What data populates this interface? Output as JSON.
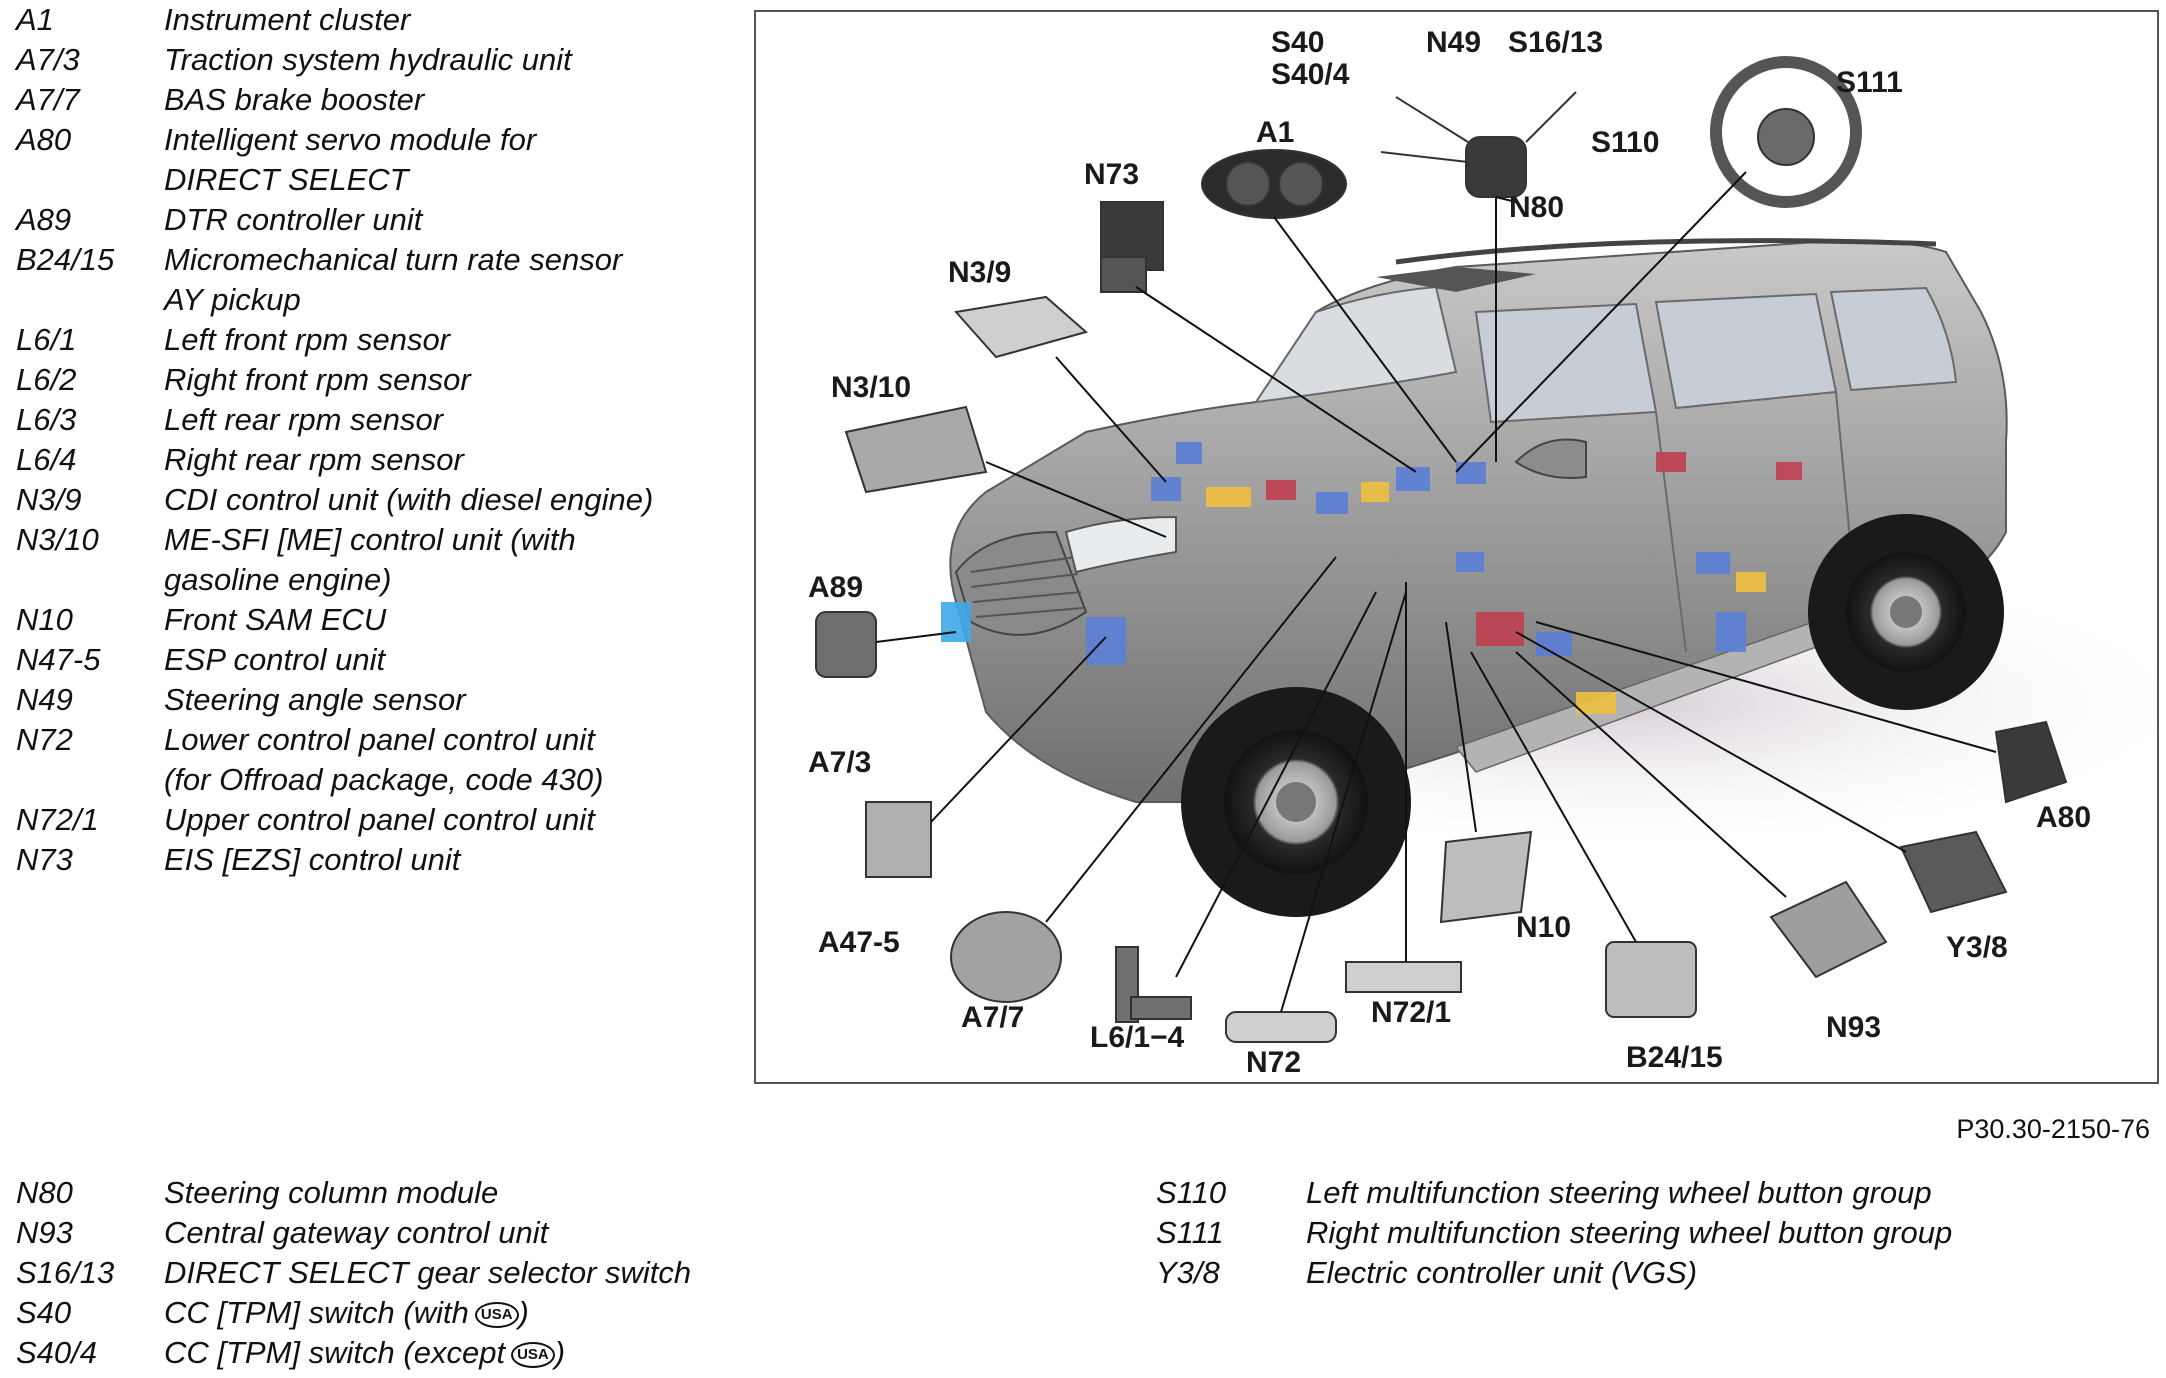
{
  "legend_top": [
    {
      "code": "A1",
      "desc": [
        "Instrument cluster"
      ]
    },
    {
      "code": "A7/3",
      "desc": [
        "Traction system hydraulic unit"
      ]
    },
    {
      "code": "A7/7",
      "desc": [
        "BAS brake booster"
      ]
    },
    {
      "code": "A80",
      "desc": [
        "Intelligent servo module for",
        "DIRECT SELECT"
      ]
    },
    {
      "code": "A89",
      "desc": [
        "DTR controller unit"
      ]
    },
    {
      "code": "B24/15",
      "desc": [
        "Micromechanical turn rate sensor",
        "AY pickup"
      ]
    },
    {
      "code": "L6/1",
      "desc": [
        "Left front rpm sensor"
      ]
    },
    {
      "code": "L6/2",
      "desc": [
        "Right front rpm sensor"
      ]
    },
    {
      "code": "L6/3",
      "desc": [
        "Left rear rpm sensor"
      ]
    },
    {
      "code": "L6/4",
      "desc": [
        "Right rear rpm sensor"
      ]
    },
    {
      "code": "N3/9",
      "desc": [
        "CDI control unit (with diesel engine)"
      ]
    },
    {
      "code": "N3/10",
      "desc": [
        "ME-SFI [ME] control unit (with",
        "gasoline engine)"
      ]
    },
    {
      "code": "N10",
      "desc": [
        "Front SAM ECU"
      ]
    },
    {
      "code": "N47-5",
      "desc": [
        "ESP control unit"
      ]
    },
    {
      "code": "N49",
      "desc": [
        "Steering angle sensor"
      ]
    },
    {
      "code": "N72",
      "desc": [
        "Lower control panel control unit",
        "(for Offroad package, code 430)"
      ]
    },
    {
      "code": "N72/1",
      "desc": [
        "Upper control panel control unit"
      ]
    },
    {
      "code": "N73",
      "desc": [
        "EIS [EZS] control unit"
      ]
    }
  ],
  "legend_bottom_left": [
    {
      "code": "N80",
      "desc": "Steering column module"
    },
    {
      "code": "N93",
      "desc": "Central gateway control unit"
    },
    {
      "code": "S16/13",
      "desc": "DIRECT SELECT gear selector switch"
    },
    {
      "code": "S40",
      "desc": "CC [TPM] switch (with",
      "badge": "USA",
      "tail": ")"
    },
    {
      "code": "S40/4",
      "desc": "CC [TPM] switch (except",
      "badge": "USA",
      "tail": ")"
    }
  ],
  "legend_bottom_right": [
    {
      "code": "S110",
      "desc": "Left multifunction steering wheel button group"
    },
    {
      "code": "S111",
      "desc": "Right multifunction steering wheel button group"
    },
    {
      "code": "Y3/8",
      "desc": "Electric controller unit (VGS)"
    }
  ],
  "figure_id": "P30.30-2150-76",
  "diagram": {
    "labels": {
      "s40": "S40",
      "s40_4": "S40/4",
      "n49": "N49",
      "s16_13": "S16/13",
      "s111": "S111",
      "s110": "S110",
      "a1": "A1",
      "n73": "N73",
      "n80": "N80",
      "n3_9": "N3/9",
      "n3_10": "N3/10",
      "a89": "A89",
      "a7_3": "A7/3",
      "a47_5": "A47-5",
      "a7_7": "A7/7",
      "l6_1_4": "L6/1−4",
      "n72": "N72",
      "n72_1": "N72/1",
      "n10": "N10",
      "b24_15": "B24/15",
      "n93": "N93",
      "y3_8": "Y3/8",
      "a80": "A80"
    },
    "colors": {
      "car_body": "#9a9a9a",
      "car_dark": "#6e6e6e",
      "module_blue": "#5b7fd6",
      "module_yellow": "#f0c040",
      "module_red": "#c04050",
      "leader": "#111111"
    }
  }
}
